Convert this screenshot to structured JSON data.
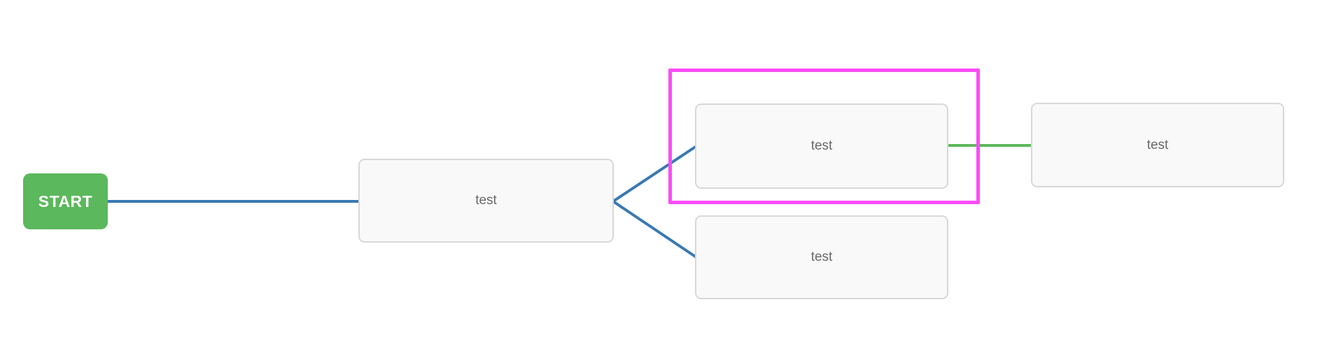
{
  "diagram": {
    "start": {
      "label": "START"
    },
    "nodes": [
      {
        "label": "test",
        "highlighted": false
      },
      {
        "label": "test",
        "highlighted": true
      },
      {
        "label": "test",
        "highlighted": false
      },
      {
        "label": "test",
        "highlighted": false
      }
    ],
    "edges": [
      {
        "from": "start",
        "to": "node-1",
        "color_name": "blue"
      },
      {
        "from": "node-1",
        "to": "node-2",
        "color_name": "blue"
      },
      {
        "from": "node-1",
        "to": "node-3",
        "color_name": "blue"
      },
      {
        "from": "node-2",
        "to": "node-4",
        "color_name": "green"
      }
    ],
    "colors": {
      "edge_blue": "#3979b4",
      "edge_green": "#5cb85c",
      "start_bg": "#5cb85c",
      "start_text": "#ffffff",
      "highlight": "#fc4bf7",
      "node_bg": "#f9f9f9",
      "node_border": "#d8d8d8",
      "node_text": "#696969",
      "canvas_bg": "#ffffff"
    }
  }
}
